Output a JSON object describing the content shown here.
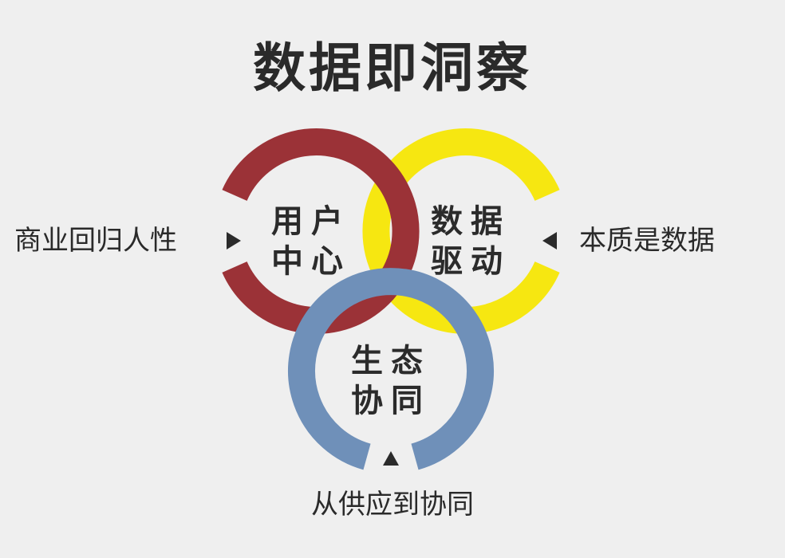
{
  "title": "数据即洞察",
  "colors": {
    "background": "#efefef",
    "red_ring": "#9b3237",
    "yellow_ring": "#f6e711",
    "blue_ring": "#6f90b9",
    "text": "#2b2b2b"
  },
  "rings": {
    "red": {
      "line1": "用户",
      "line2": "中心"
    },
    "yellow": {
      "line1": "数据",
      "line2": "驱动"
    },
    "blue": {
      "line1": "生态",
      "line2": "协同"
    }
  },
  "labels": {
    "left": "商业回归人性",
    "right": "本质是数据",
    "bottom": "从供应到协同"
  },
  "icons": {
    "left_arrow": "triangle-right-icon",
    "right_arrow": "triangle-left-icon",
    "bottom_arrow": "triangle-up-icon"
  }
}
